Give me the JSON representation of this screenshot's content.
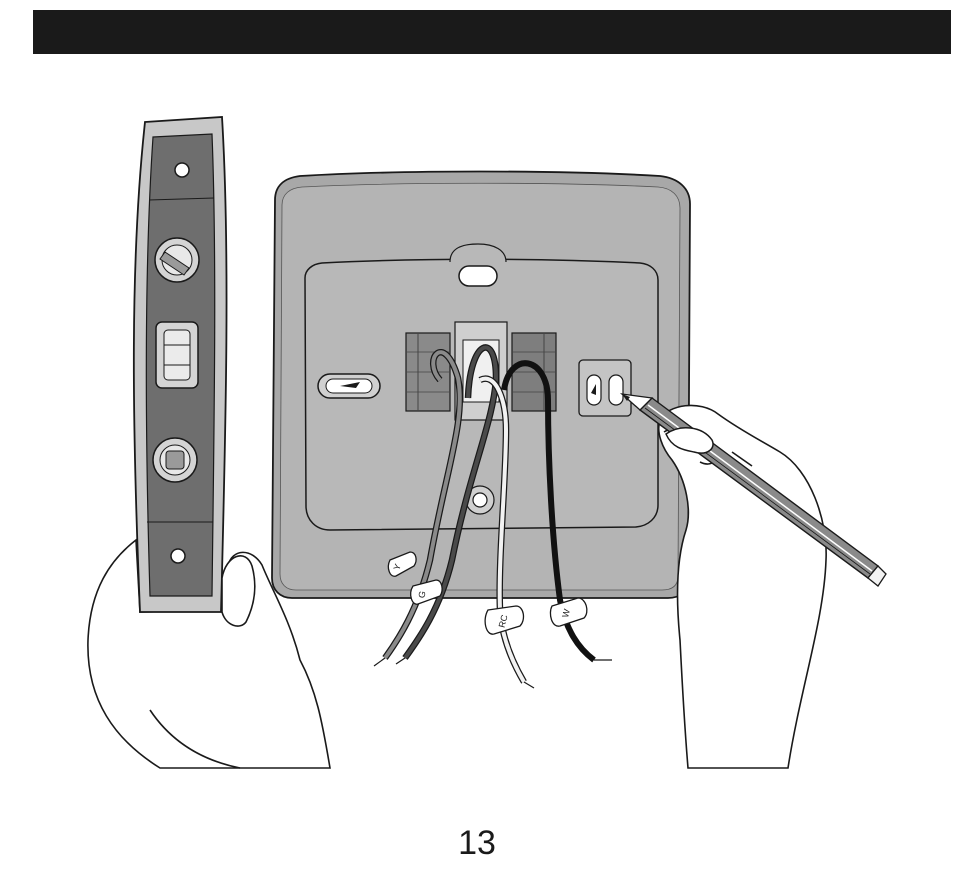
{
  "header": {
    "bar_color": "#1a1a1a"
  },
  "illustration": {
    "wire_labels": {
      "y": "Y",
      "g": "G",
      "rc": "RC",
      "w": "W"
    },
    "colors": {
      "plate": "#a8a8a8",
      "plate_inner": "#b4b4b4",
      "level": "#6e6e6e",
      "wire_white": "#f2f2f2",
      "wire_black": "#111111"
    }
  },
  "footer": {
    "page_number": "13"
  }
}
